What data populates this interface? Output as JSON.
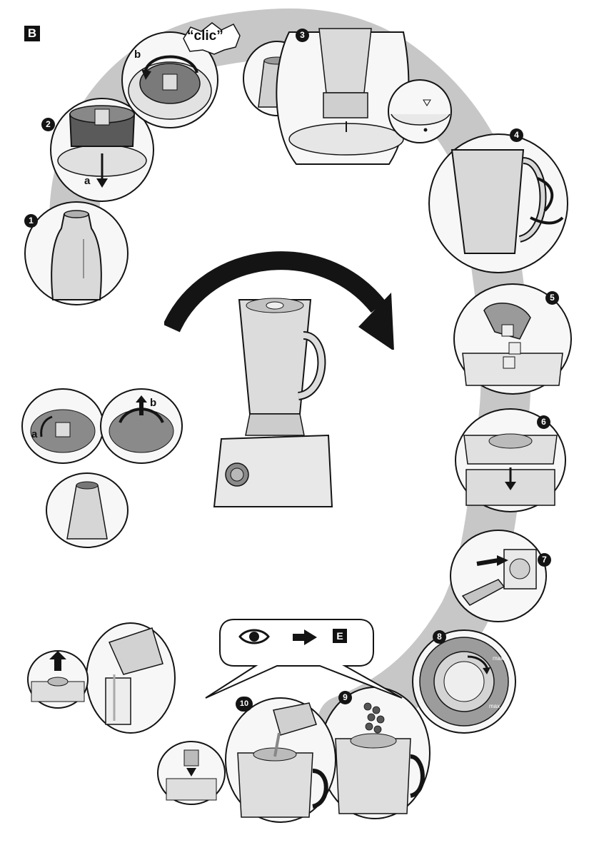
{
  "section": {
    "letter": "B"
  },
  "steps": {
    "s1": "1",
    "s2": "2",
    "s3": "3",
    "s4": "4",
    "s5": "5",
    "s6": "6",
    "s7": "7",
    "s8": "8",
    "s9": "9",
    "s10": "10"
  },
  "labels": {
    "a": "a",
    "b": "b",
    "a2": "a",
    "b2": "b",
    "clic": "“clic”",
    "legend_target": "E",
    "dial_max_top": "max",
    "dial_max_bottom": "max"
  },
  "icons": {
    "eye": "eye-icon",
    "arrow": "arrow-right-icon",
    "e_box": "reference-e-icon"
  },
  "colors": {
    "ink": "#141414",
    "band": "#b8b8b8",
    "panel_fill": "#f5f5f5",
    "metal": "#c9c9c9"
  }
}
